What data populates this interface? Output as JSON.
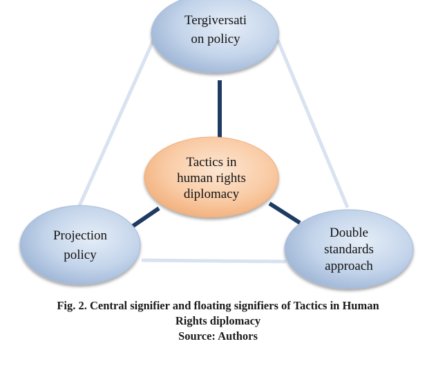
{
  "diagram": {
    "central_node": {
      "id": "center",
      "lines": [
        "Tactics in",
        "human rights",
        "diplomacy"
      ],
      "fill_color": "#f8c79f"
    },
    "floating_nodes": [
      {
        "id": "top",
        "lines": [
          "Tergiversati",
          "on policy"
        ],
        "fill_color": "#b9cde6"
      },
      {
        "id": "left",
        "lines": [
          "Projection",
          "policy"
        ],
        "fill_color": "#b9cde6"
      },
      {
        "id": "right",
        "lines": [
          "Double",
          "standards",
          "approach"
        ],
        "fill_color": "#b9cde6"
      }
    ],
    "strong_links": [
      [
        "center",
        "top"
      ],
      [
        "center",
        "left"
      ],
      [
        "center",
        "right"
      ]
    ],
    "weak_links": [
      [
        "top",
        "left"
      ],
      [
        "top",
        "right"
      ],
      [
        "left",
        "right"
      ]
    ],
    "strong_link_color": "#1f3b63",
    "weak_link_color": "#d9e2f0"
  },
  "caption": {
    "line1": "Fig. 2. Central signifier and floating signifiers of Tactics in Human",
    "line2": "Rights diplomacy",
    "source": "Source: Authors"
  }
}
